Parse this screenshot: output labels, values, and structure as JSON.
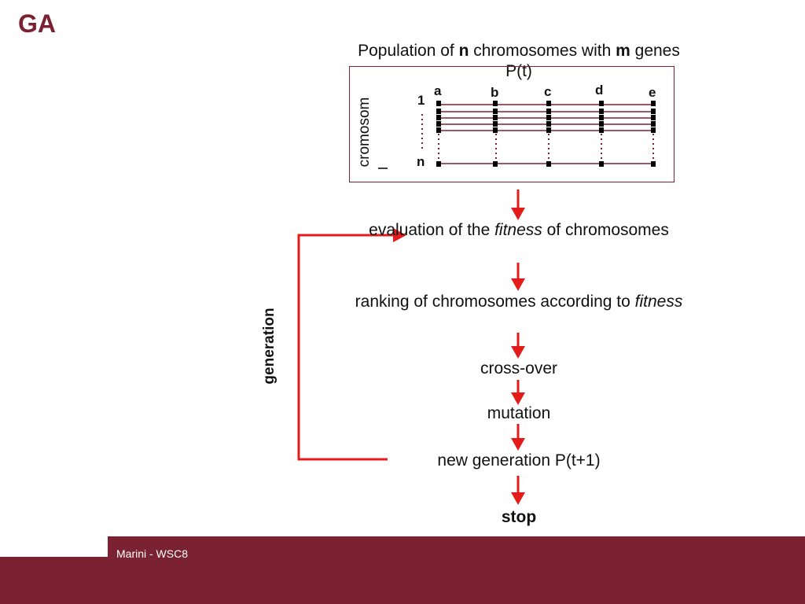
{
  "title": "GA",
  "population": {
    "caption_prefix": "Population of ",
    "n": "n",
    "caption_middle": " chromosomes with ",
    "m": "m",
    "caption_suffix": " genes",
    "label": "P(t)",
    "axis_label": "cromosom",
    "genes": [
      "a",
      "b",
      "c",
      "d",
      "e"
    ],
    "first_row": "1",
    "last_row": "n"
  },
  "steps": {
    "evaluation_prefix": "evaluation of the ",
    "evaluation_em": "fitness",
    "evaluation_suffix": " of chromosomes",
    "ranking_prefix": "ranking of chromosomes according to ",
    "ranking_em": "fitness",
    "crossover": "cross-over",
    "mutation": "mutation",
    "new_generation": "new generation P(t+1)",
    "stop": "stop"
  },
  "loop_label": "generation",
  "footer": "Marini - WSC8",
  "colors": {
    "accent": "#7b2232",
    "arrow": "#e41b1b"
  }
}
